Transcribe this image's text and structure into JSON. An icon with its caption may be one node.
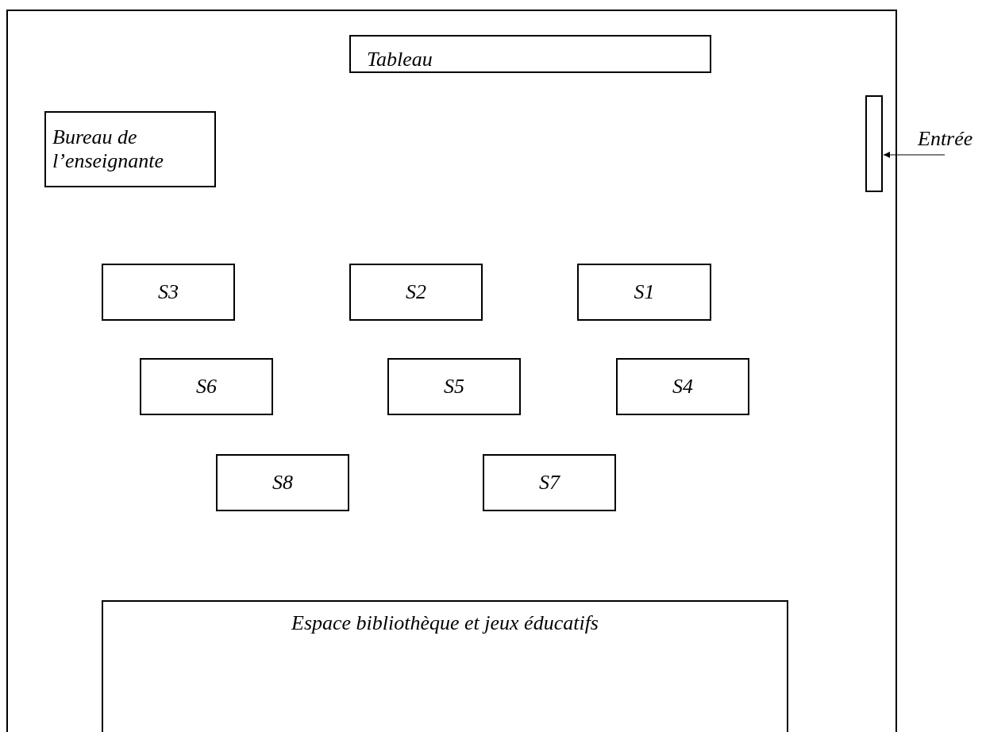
{
  "diagram": {
    "nodes": [
      {
        "text": [],
        "shape": "box"
      },
      {
        "text": [
          "Tableau"
        ],
        "in": 0
      },
      {
        "text": [
          "Bureau de l’enseignante"
        ],
        "in": 0
      },
      {
        "text": [],
        "shape": "box",
        "in": 0
      },
      {
        "text": [
          "Entrée"
        ]
      },
      {
        "text": [
          "S3"
        ],
        "in": 0
      },
      {
        "text": [
          "S2"
        ],
        "in": 0
      },
      {
        "text": [
          "S1"
        ],
        "in": 0
      },
      {
        "text": [
          "S6"
        ],
        "in": 0
      },
      {
        "text": [
          "S5"
        ],
        "in": 0
      },
      {
        "text": [
          "S4"
        ],
        "in": 0
      },
      {
        "text": [
          "S8"
        ],
        "in": 0
      },
      {
        "text": [
          "S7"
        ],
        "in": 0
      },
      {
        "text": [
          "Espace bibliothèque et jeux éducatifs"
        ],
        "in": 0
      }
    ],
    "edges": [
      {
        "from": 4,
        "to": 3,
        "arrow": "to"
      }
    ]
  }
}
